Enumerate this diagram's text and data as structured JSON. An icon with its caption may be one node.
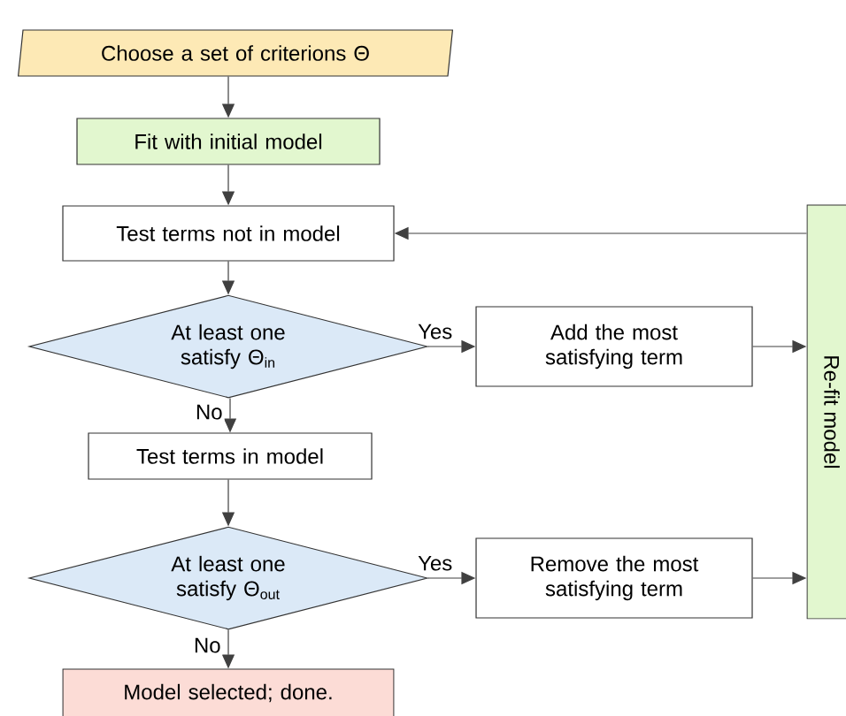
{
  "diagram": {
    "nodes": [
      {
        "text": [
          "Choose a set of criterions Θ"
        ]
      },
      {
        "text": [
          "Fit with initial model"
        ]
      },
      {
        "text": [
          "Test terms not in model"
        ]
      },
      {
        "text": [
          "At least one satisfy Θ$_{in}$"
        ]
      },
      {
        "text": [
          "Add the most satisfying term"
        ]
      },
      {
        "text": [
          "Test terms in model"
        ]
      },
      {
        "text": [
          "At least one satisfy Θ$_{out}$"
        ]
      },
      {
        "text": [
          "Remove the most satisfying term"
        ]
      },
      {
        "text": [
          "Model selected; done."
        ]
      },
      {
        "text": [
          "Re-fit model"
        ]
      }
    ],
    "edges": [
      {
        "from": 0,
        "to": 1,
        "arrow": "to"
      },
      {
        "from": 1,
        "to": 2,
        "arrow": "to"
      },
      {
        "from": 2,
        "to": 3,
        "arrow": "to"
      },
      {
        "from": 3,
        "to": 4,
        "arrow": "to",
        "label": "Yes"
      },
      {
        "from": 3,
        "to": 5,
        "arrow": "to",
        "label": "No"
      },
      {
        "from": 4,
        "to": 9,
        "arrow": "to"
      },
      {
        "from": 5,
        "to": 6,
        "arrow": "to"
      },
      {
        "from": 6,
        "to": 7,
        "arrow": "to",
        "label": "Yes"
      },
      {
        "from": 6,
        "to": 8,
        "arrow": "to",
        "label": "No"
      },
      {
        "from": 7,
        "to": 9,
        "arrow": "to"
      },
      {
        "from": 9,
        "to": 2,
        "arrow": "to"
      }
    ]
  }
}
